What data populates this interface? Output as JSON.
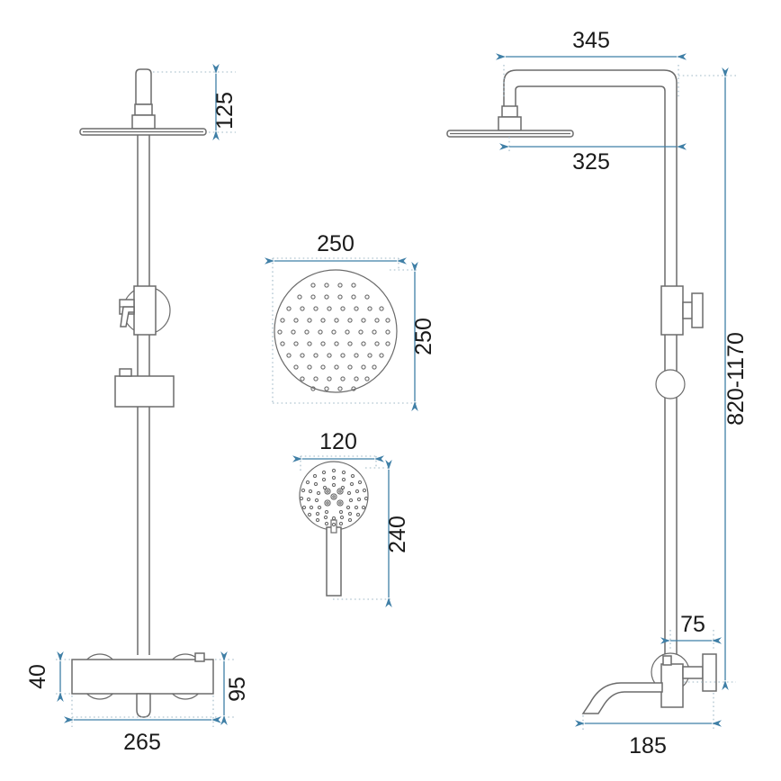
{
  "drawing": {
    "title": "Shower column technical dimension drawing",
    "units": "mm",
    "background_color": "#ffffff",
    "line_color": "#6b6b6b",
    "dimension_color": "#3f7fa6",
    "text_color": "#1a1a1a"
  },
  "views": {
    "front": {
      "name": "front-elevation-view"
    },
    "side": {
      "name": "side-elevation-view"
    },
    "rain_head_detail": {
      "name": "rain-shower-head-detail"
    },
    "hand_shower_detail": {
      "name": "hand-shower-detail"
    }
  },
  "dimensions": {
    "front_top_riser": "125",
    "front_mixer_height": "40",
    "front_mixer_depth": "95",
    "front_mixer_width": "265",
    "rain_head_width": "250",
    "rain_head_height": "250",
    "hand_shower_width": "120",
    "hand_shower_height": "240",
    "side_arm_total": "345",
    "side_arm_head": "325",
    "side_overall_height": "820-1170",
    "side_valve_offset": "75",
    "side_spout_reach": "185"
  },
  "components": {
    "rain_head": "rain-shower-head",
    "hand_shower": "hand-shower",
    "riser_rail": "riser-rail",
    "thermostatic_mixer": "thermostatic-mixer-body",
    "diverter_knob": "diverter-knob",
    "handset_holder": "handset-holder-bracket",
    "slider_bracket": "slider-bracket",
    "spout": "bath-spout",
    "shower_arm": "curved-shower-arm"
  }
}
